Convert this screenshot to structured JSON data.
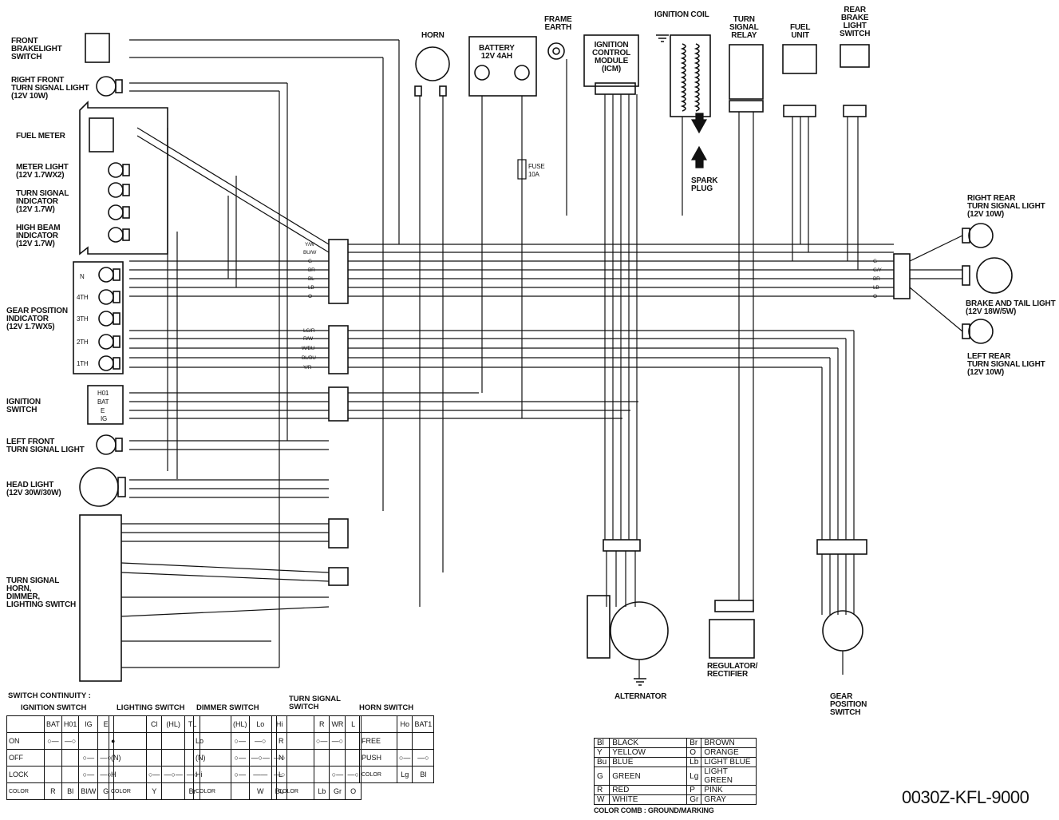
{
  "components": {
    "front_brakelight_switch": "FRONT\nBRAKELIGHT\nSWITCH",
    "right_front_turn": "RIGHT FRONT\nTURN SIGNAL LIGHT\n(12V 10W)",
    "fuel_meter": "FUEL METER",
    "meter_light": "METER LIGHT\n(12V 1.7Wx2)",
    "turn_signal_indicator": "TURN SIGNAL\nINDICATOR\n(12V 1.7W)",
    "high_beam_indicator": "HIGH BEAM\nINDICATOR\n(12V 1.7W)",
    "gear_position_indicator": "GEAR POSITION\nINDICATOR\n(12V 1.7Wx5)",
    "ignition_switch": "IGNITION\nSWITCH",
    "left_front_turn": "LEFT FRONT\nTURN SIGNAL LIGHT",
    "head_light": "HEAD LIGHT\n(12V 30W/30W)",
    "turn_horn_dimmer_switch": "TURN SIGNAL\nHORN,\nDIMMER,\nLIGHTING SWITCH",
    "horn": "HORN",
    "battery": "BATTERY\n12V 4AH",
    "frame_earth": "FRAME\nEARTH",
    "icm": "IGNITION\nCONTROL\nMODULE\n(ICM)",
    "ignition_coil": "IGNITION COIL",
    "spark_plug": "SPARK\nPLUG",
    "turn_signal_relay": "TURN\nSIGNAL\nRELAY",
    "fuel_unit": "FUEL\nUNIT",
    "rear_brake_switch": "REAR\nBRAKE\nLIGHT\nSWITCH",
    "right_rear_turn": "RIGHT REAR\nTURN SIGNAL LIGHT\n(12V 10W)",
    "brake_tail": "BRAKE AND TAIL LIGHT\n(12V 18W/5W)",
    "left_rear_turn": "LEFT REAR\nTURN SIGNAL LIGHT\n(12V 10W)",
    "alternator": "ALTERNATOR",
    "regulator": "REGULATOR/\nRECTIFIER",
    "gear_position_switch": "GEAR\nPOSITION\nSWITCH",
    "fuse": "FUSE\n10A"
  },
  "gear_labels": [
    "N",
    "4TH",
    "3TH",
    "2TH",
    "1TH"
  ],
  "ign_terms": [
    "H01",
    "BAT",
    "E",
    "IG"
  ],
  "switch_continuity_title": "SWITCH CONTINUITY :",
  "tables": {
    "ignition": {
      "title": "IGNITION SWITCH",
      "cols": [
        "BAT",
        "H01",
        "IG",
        "E"
      ],
      "rows": [
        "ON",
        "OFF",
        "LOCK"
      ],
      "color": [
        "R",
        "Bl",
        "Bl/W",
        "G"
      ]
    },
    "lighting": {
      "title": "LIGHTING SWITCH",
      "cols": [
        "Cl",
        "(HL)",
        "TL"
      ],
      "rows": [
        "●",
        "(N)",
        "H"
      ],
      "color": [
        "Y",
        "",
        "Br"
      ]
    },
    "dimmer": {
      "title": "DIMMER SWITCH",
      "cols": [
        "(HL)",
        "Lo",
        "Hi"
      ],
      "rows": [
        "Lo",
        "(N)",
        "Hi"
      ],
      "color": [
        "",
        "W",
        "Bu"
      ]
    },
    "turn": {
      "title": "TURN SIGNAL\nSWITCH",
      "cols": [
        "R",
        "WR",
        "L"
      ],
      "rows": [
        "R",
        "N",
        "L"
      ],
      "color": [
        "Lb",
        "Gr",
        "O"
      ]
    },
    "horn": {
      "title": "HORN SWITCH",
      "cols": [
        "Ho",
        "BAT1"
      ],
      "rows": [
        "FREE",
        "PUSH"
      ],
      "color": [
        "Lg",
        "Bl"
      ]
    },
    "color_label": "COLOR"
  },
  "color_codes": [
    [
      "Bl",
      "BLACK",
      "Br",
      "BROWN"
    ],
    [
      "Y",
      "YELLOW",
      "O",
      "ORANGE"
    ],
    [
      "Bu",
      "BLUE",
      "Lb",
      "LIGHT BLUE"
    ],
    [
      "G",
      "GREEN",
      "Lg",
      "LIGHT GREEN"
    ],
    [
      "R",
      "RED",
      "P",
      "PINK"
    ],
    [
      "W",
      "WHITE",
      "Gr",
      "GRAY"
    ]
  ],
  "color_comb": "COLOR COMB : GROUND/MARKING",
  "part_number": "0030Z-KFL-9000",
  "wire_labels": {
    "left": [
      "Y/W",
      "Bu/W",
      "G",
      "Br",
      "Bl",
      "Lb",
      "O"
    ],
    "mid": [
      "Lg/R",
      "R/W",
      "W/Bu",
      "Bl/Bu",
      "Y/R"
    ],
    "rear": [
      "G",
      "G/Y",
      "Br",
      "Lb",
      "O"
    ]
  }
}
